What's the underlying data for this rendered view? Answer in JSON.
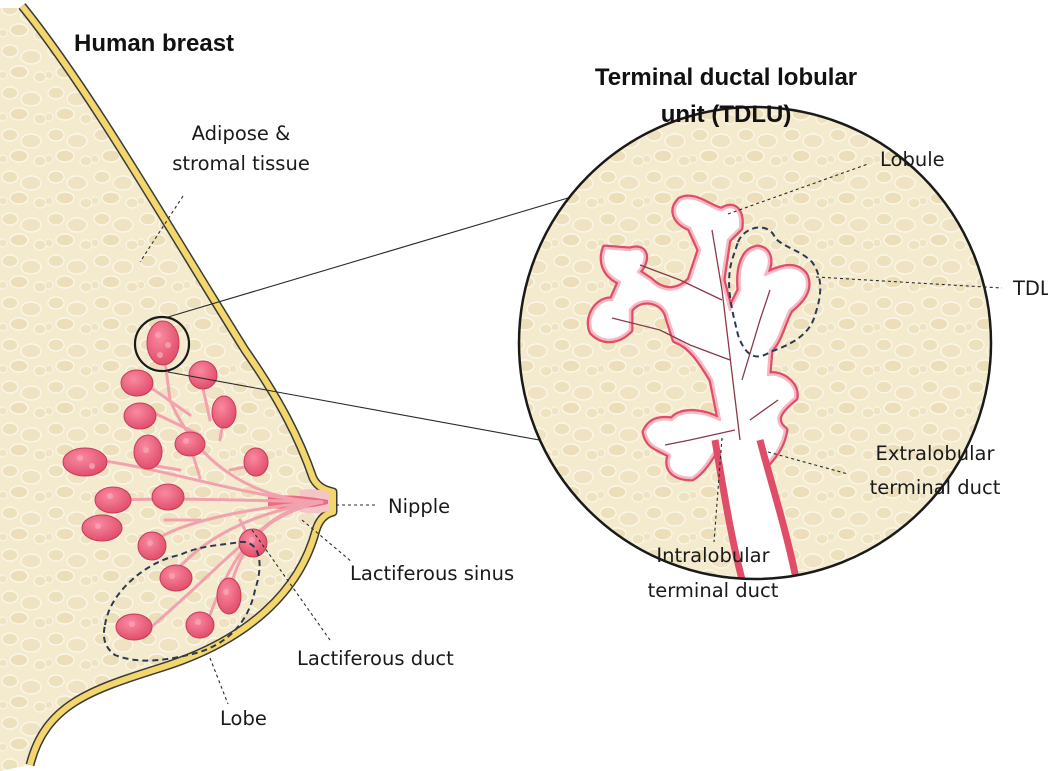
{
  "titles": {
    "breast": "Human breast",
    "tdlu_line1": "Terminal ductal lobular",
    "tdlu_line2": "unit (TDLU)"
  },
  "labels": {
    "adipose_line1": "Adipose &",
    "adipose_line2": "stromal tissue",
    "nipple": "Nipple",
    "lactiferous_sinus": "Lactiferous sinus",
    "lactiferous_duct": "Lactiferous duct",
    "lobe": "Lobe",
    "lobule": "Lobule",
    "tdlu": "TDLU",
    "extralobular_line1": "Extralobular",
    "extralobular_line2": "terminal duct",
    "intralobular_line1": "Intralobular",
    "intralobular_line2": "terminal duct"
  },
  "colors": {
    "tissue": "#f4ebcf",
    "skin_outline": "#f3d76c",
    "gland": "#ee5d79",
    "gland_dark": "#d1405e",
    "duct": "#f4aab4",
    "lumen": "#ffffff",
    "dashed_outline": "#2b3a52"
  }
}
